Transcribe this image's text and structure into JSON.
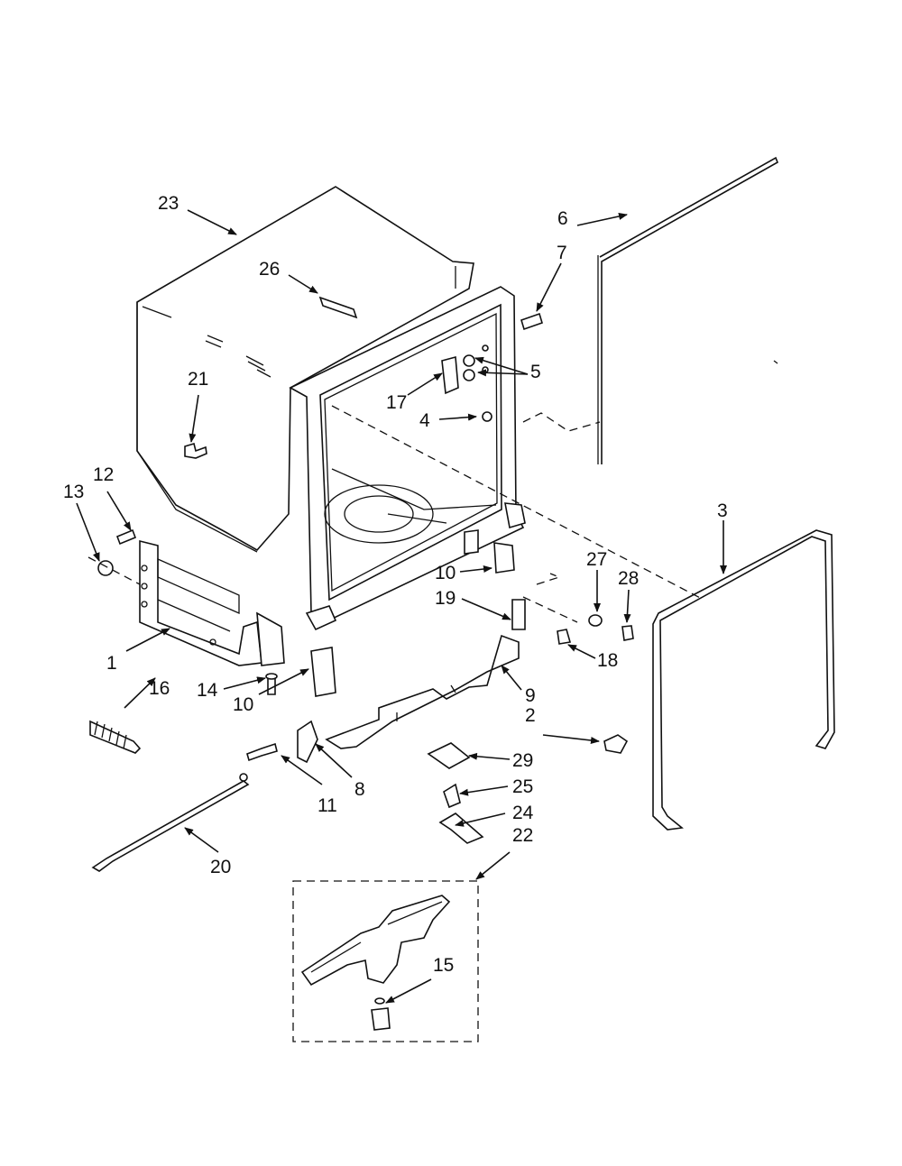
{
  "labels": {
    "l1": "1",
    "l2": "2",
    "l3": "3",
    "l4": "4",
    "l5": "5",
    "l6": "6",
    "l7": "7",
    "l8": "8",
    "l9": "9",
    "l10a": "10",
    "l10b": "10",
    "l11": "11",
    "l12": "12",
    "l13": "13",
    "l14": "14",
    "l15": "15",
    "l16": "16",
    "l17": "17",
    "l18": "18",
    "l19": "19",
    "l20": "20",
    "l21": "21",
    "l22": "22",
    "l23": "23",
    "l24": "24",
    "l25": "25",
    "l26": "26",
    "l27": "27",
    "l28": "28",
    "l29": "29"
  }
}
